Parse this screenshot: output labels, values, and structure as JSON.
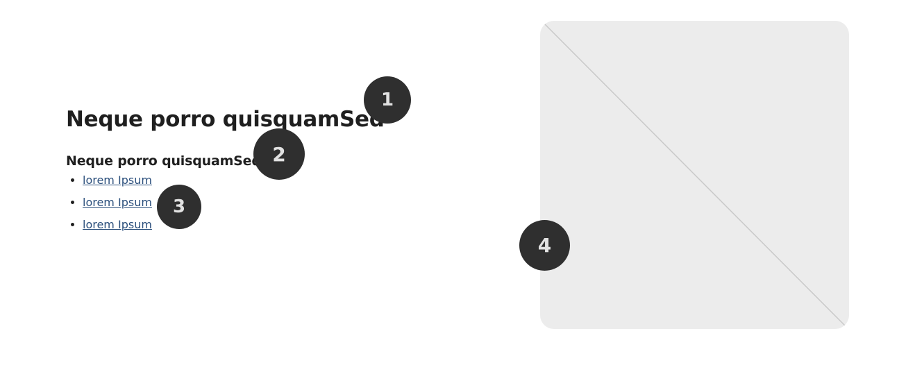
{
  "heading": "Neque porro quisquamSed",
  "subheading": "Neque porro quisquamSed",
  "links": [
    {
      "label": "lorem Ipsum"
    },
    {
      "label": "lorem Ipsum"
    },
    {
      "label": "lorem Ipsum"
    }
  ],
  "media": {
    "icon": "image-placeholder-icon",
    "background_color": "#ececec"
  },
  "markers": [
    "1",
    "2",
    "3",
    "4"
  ]
}
